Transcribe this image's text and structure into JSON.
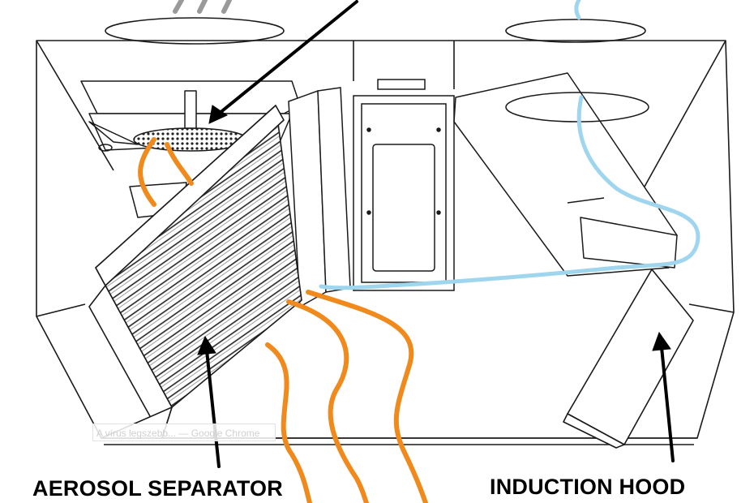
{
  "labels": {
    "aerosol_separator": "AEROSOL SEPARATOR",
    "induction_hood": "INDUCTION HOOD"
  },
  "watermark": {
    "tooltip_text": "A vírus legszebb... — Google Chrome"
  },
  "colors": {
    "outline": "#1a1a1a",
    "warm_flow": "#f08a1c",
    "cool_flow": "#9fd6ee",
    "arrow": "#000000"
  }
}
